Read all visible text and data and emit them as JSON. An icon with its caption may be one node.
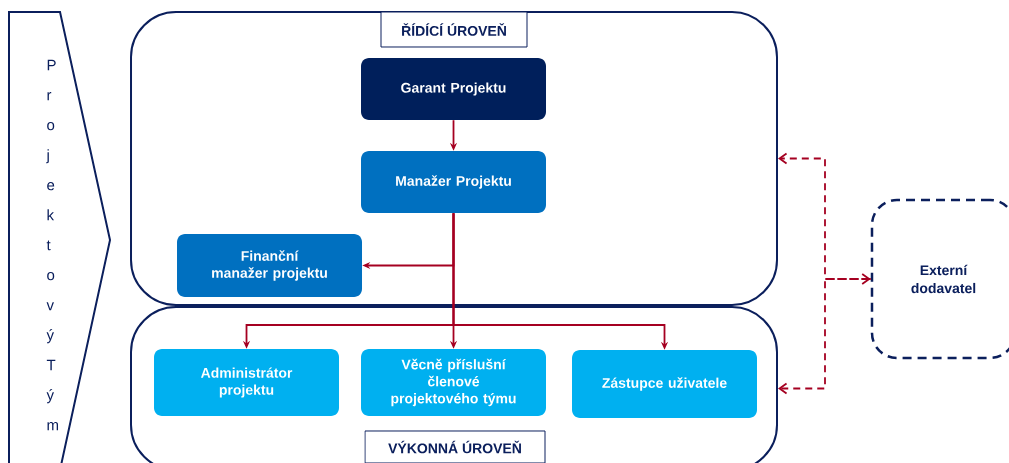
{
  "diagram": {
    "nodes": [
      {
        "text": [
          "Projektový Tým"
        ]
      },
      {
        "text": [
          "ŘÍDÍCÍ ÚROVEŇ"
        ]
      },
      {
        "text": [
          "Garant Projektu"
        ],
        "in": 1
      },
      {
        "text": [
          "Manažer Projektu"
        ],
        "in": 1
      },
      {
        "text": [
          "Finanční manažer projektu"
        ],
        "in": 1
      },
      {
        "text": [
          "VÝKONNÁ ÚROVEŇ"
        ]
      },
      {
        "text": [
          "Administrátor projektu"
        ],
        "in": 5
      },
      {
        "text": [
          "Věcně příslušní členové projektového týmu"
        ],
        "in": 5
      },
      {
        "text": [
          "Zástupce uživatele"
        ],
        "in": 5
      },
      {
        "text": [
          "Externí dodavatel"
        ]
      }
    ],
    "edges": [
      {
        "from": 2,
        "to": 3,
        "arrow": "to"
      },
      {
        "from": 3,
        "to": 4,
        "arrow": "to"
      },
      {
        "from": 3,
        "to": 6,
        "arrow": "to"
      },
      {
        "from": 3,
        "to": 7,
        "arrow": "to"
      },
      {
        "from": 3,
        "to": 8,
        "arrow": "to"
      },
      {
        "from": 9,
        "to": 1,
        "arrow": "both",
        "style": "dashed"
      },
      {
        "from": 9,
        "to": 5,
        "arrow": "to",
        "style": "dashed"
      }
    ]
  }
}
